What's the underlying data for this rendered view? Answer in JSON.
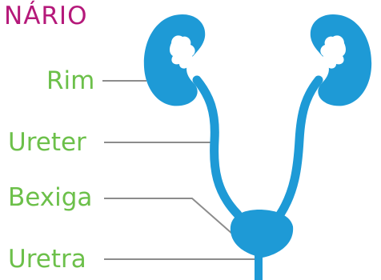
{
  "title": "NÁRIO",
  "labels": {
    "rim": "Rim",
    "ureter": "Ureter",
    "bexiga": "Bexiga",
    "uretra": "Uretra"
  },
  "colors": {
    "title": "#b5197a",
    "labels": "#6cc04a",
    "organ": "#1e9ad6",
    "leader": "#8c8c8c"
  }
}
